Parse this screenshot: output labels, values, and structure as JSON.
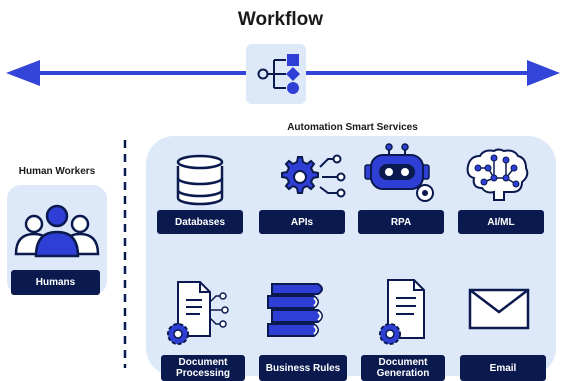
{
  "title": "Workflow",
  "left": {
    "heading": "Human Workers",
    "label": "Humans"
  },
  "services": {
    "heading": "Automation Smart Services",
    "items": [
      {
        "label": "Databases"
      },
      {
        "label": "APIs"
      },
      {
        "label": "RPA"
      },
      {
        "label": "AI/ML"
      },
      {
        "label": "Document Processing"
      },
      {
        "label": "Business Rules"
      },
      {
        "label": "Document Generation"
      },
      {
        "label": "Email"
      }
    ]
  },
  "colors": {
    "navy": "#0a1a4f",
    "blue": "#2f3fd6",
    "panel": "#dde9f9",
    "arrow": "#3344d9"
  }
}
